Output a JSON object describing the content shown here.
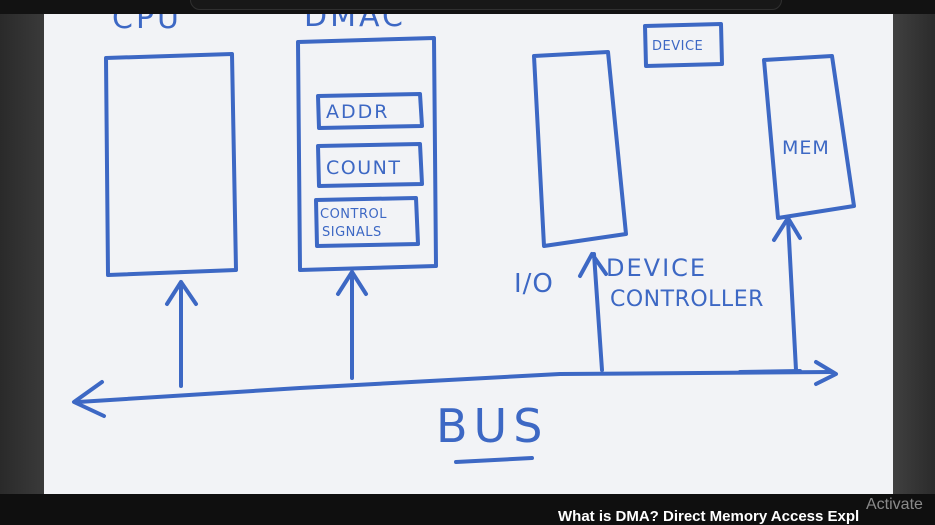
{
  "diagram": {
    "labels": {
      "cpu": "CPU",
      "dmac": "DMAC",
      "device": "DEVICE",
      "addr": "ADDR",
      "count": "COUNT",
      "control_line1": "CONTROL",
      "control_line2": "SIGNALS",
      "mem": "MEM",
      "io": "I/O",
      "device_ctrl_line1": "DEVICE",
      "device_ctrl_line2": "CONTROLLER",
      "bus": "BUS"
    },
    "ink_color": "#3d68c4",
    "paper_color": "#f2f3f6"
  },
  "overlay": {
    "activate_text": "Activate",
    "video_title": "What is DMA? Direct Memory Access Expl"
  }
}
